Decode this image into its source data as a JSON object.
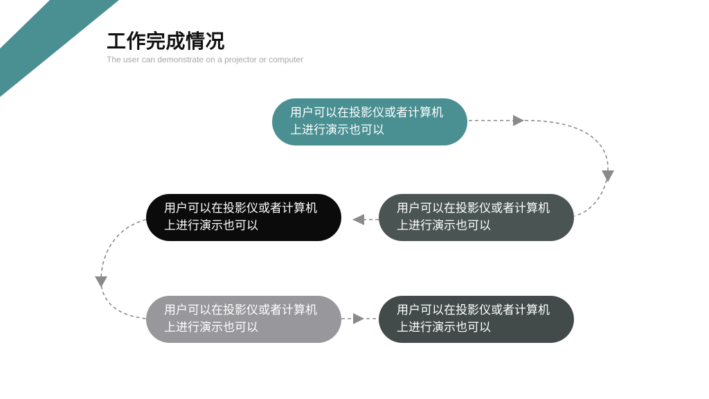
{
  "slide": {
    "title": "工作完成情况",
    "subtitle": "The user can demonstrate on a projector or computer"
  },
  "colors": {
    "accent_teal": "#4a8f92",
    "dark_slate": "#4a5553",
    "black": "#0b0b0b",
    "gray": "#97979c",
    "dark_green_gray": "#424b49",
    "connector": "#8a8a8a"
  },
  "steps": [
    {
      "line1": "用户可以在投影仪或者计算机",
      "line2": "上进行演示也可以",
      "color": "#4a8f92"
    },
    {
      "line1": "用户可以在投影仪或者计算机",
      "line2": "上进行演示也可以",
      "color": "#4a5553"
    },
    {
      "line1": "用户可以在投影仪或者计算机",
      "line2": "上进行演示也可以",
      "color": "#0b0b0b"
    },
    {
      "line1": "用户可以在投影仪或者计算机",
      "line2": "上进行演示也可以",
      "color": "#97979c"
    },
    {
      "line1": "用户可以在投影仪或者计算机",
      "line2": "上进行演示也可以",
      "color": "#424b49"
    }
  ]
}
